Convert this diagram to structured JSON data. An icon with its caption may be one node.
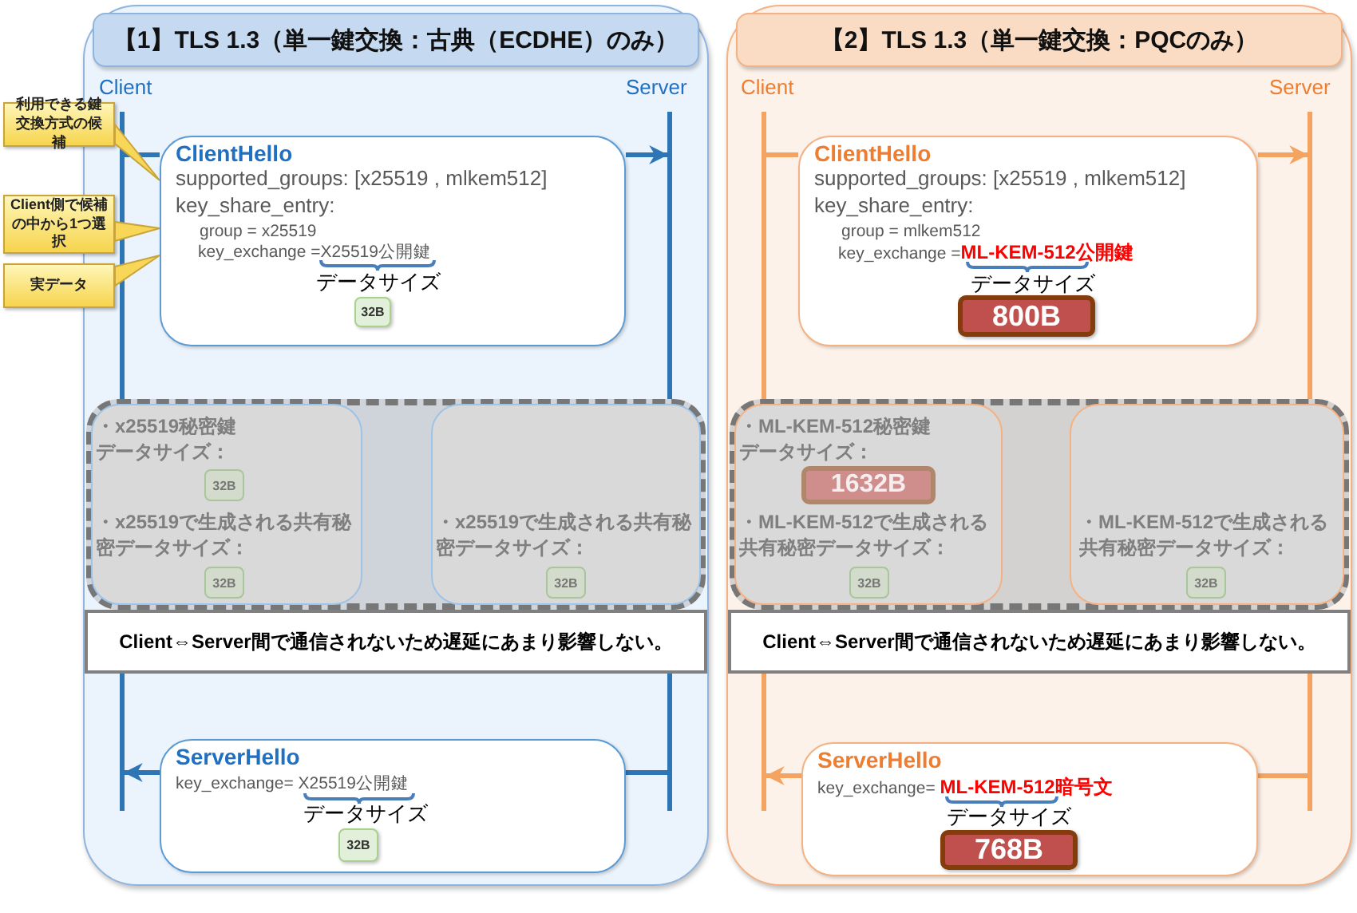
{
  "diagram": {
    "nodes": [
      {
        "text": [
          "【1】TLS 1.3（単一鍵交換：古典（ECDHE）のみ）"
        ]
      },
      {
        "text": [],
        "shape": "line",
        "beside": [
          "Client"
        ],
        "in": 0
      },
      {
        "text": [],
        "shape": "line",
        "beside": [
          "Server"
        ],
        "in": 0
      },
      {
        "text": [
          "利用できる鍵交換方式の候補"
        ]
      },
      {
        "text": [
          "Client側で候補の中から1つ選択"
        ]
      },
      {
        "text": [
          "実データ"
        ]
      },
      {
        "text": [
          "ClientHello",
          "supported_groups: [x25519 , mlkem512]",
          "key_share_entry:",
          "group = x25519",
          "key_exchange =X25519公開鍵",
          "データサイズ"
        ],
        "in": 0
      },
      {
        "text": [
          "32B"
        ],
        "in": 6
      },
      {
        "text": [],
        "shape": "box",
        "in": 0
      },
      {
        "text": [
          "・x25519秘密鍵",
          "データサイズ：",
          "・x25519で生成される共有秘密データサイズ："
        ],
        "in": 8
      },
      {
        "text": [
          "32B"
        ],
        "in": 9
      },
      {
        "text": [
          "32B"
        ],
        "in": 9
      },
      {
        "text": [
          "・x25519で生成される共有秘密データサイズ："
        ],
        "in": 8
      },
      {
        "text": [
          "32B"
        ],
        "in": 12
      },
      {
        "text": [
          "Client⇔Server間で通信されないため遅延にあまり影響しない。"
        ],
        "in": 0
      },
      {
        "text": [
          "ServerHello",
          "key_exchange= X25519公開鍵",
          "データサイズ"
        ],
        "in": 0
      },
      {
        "text": [
          "32B"
        ],
        "in": 15
      },
      {
        "text": [
          "【2】TLS 1.3（単一鍵交換：PQCのみ）"
        ]
      },
      {
        "text": [],
        "shape": "line",
        "beside": [
          "Client"
        ],
        "in": 17
      },
      {
        "text": [],
        "shape": "line",
        "beside": [
          "Server"
        ],
        "in": 17
      },
      {
        "text": [
          "ClientHello",
          "supported_groups: [x25519 , mlkem512]",
          "key_share_entry:",
          "group = mlkem512",
          "key_exchange =**ML-KEM-512公開鍵**",
          "データサイズ"
        ],
        "in": 17
      },
      {
        "text": [
          "800B"
        ],
        "in": 20
      },
      {
        "text": [],
        "shape": "box",
        "in": 17
      },
      {
        "text": [
          "・ML-KEM-512秘密鍵",
          "データサイズ：",
          "・ML-KEM-512で生成される共有秘密データサイズ："
        ],
        "in": 22
      },
      {
        "text": [
          "1632B"
        ],
        "in": 23
      },
      {
        "text": [
          "32B"
        ],
        "in": 23
      },
      {
        "text": [
          "・ML-KEM-512で生成される共有秘密データサイズ："
        ],
        "in": 22
      },
      {
        "text": [
          "32B"
        ],
        "in": 26
      },
      {
        "text": [
          "Client⇔Server間で通信されないため遅延にあまり影響しない。"
        ],
        "in": 17
      },
      {
        "text": [
          "ServerHello",
          "key_exchange= **ML-KEM-512暗号文**",
          "データサイズ"
        ],
        "in": 17
      },
      {
        "text": [
          "768B"
        ],
        "in": 29
      }
    ],
    "edges": [
      {
        "from": 1,
        "to": 6,
        "arrow": "none"
      },
      {
        "from": 6,
        "to": 2,
        "arrow": "to"
      },
      {
        "from": 3,
        "to": 6,
        "arrow": "to",
        "color": "#f7d658"
      },
      {
        "from": 4,
        "to": 6,
        "arrow": "to",
        "color": "#f7d658"
      },
      {
        "from": 5,
        "to": 6,
        "arrow": "to",
        "color": "#f7d658"
      },
      {
        "from": 2,
        "to": 15,
        "arrow": "none"
      },
      {
        "from": 15,
        "to": 1,
        "arrow": "to"
      },
      {
        "from": 18,
        "to": 20,
        "arrow": "none",
        "color": "#f4a460"
      },
      {
        "from": 20,
        "to": 19,
        "arrow": "to",
        "color": "#f4a460"
      },
      {
        "from": 19,
        "to": 29,
        "arrow": "none",
        "color": "#f4a460"
      },
      {
        "from": 29,
        "to": 18,
        "arrow": "to",
        "color": "#f4a460"
      }
    ]
  }
}
